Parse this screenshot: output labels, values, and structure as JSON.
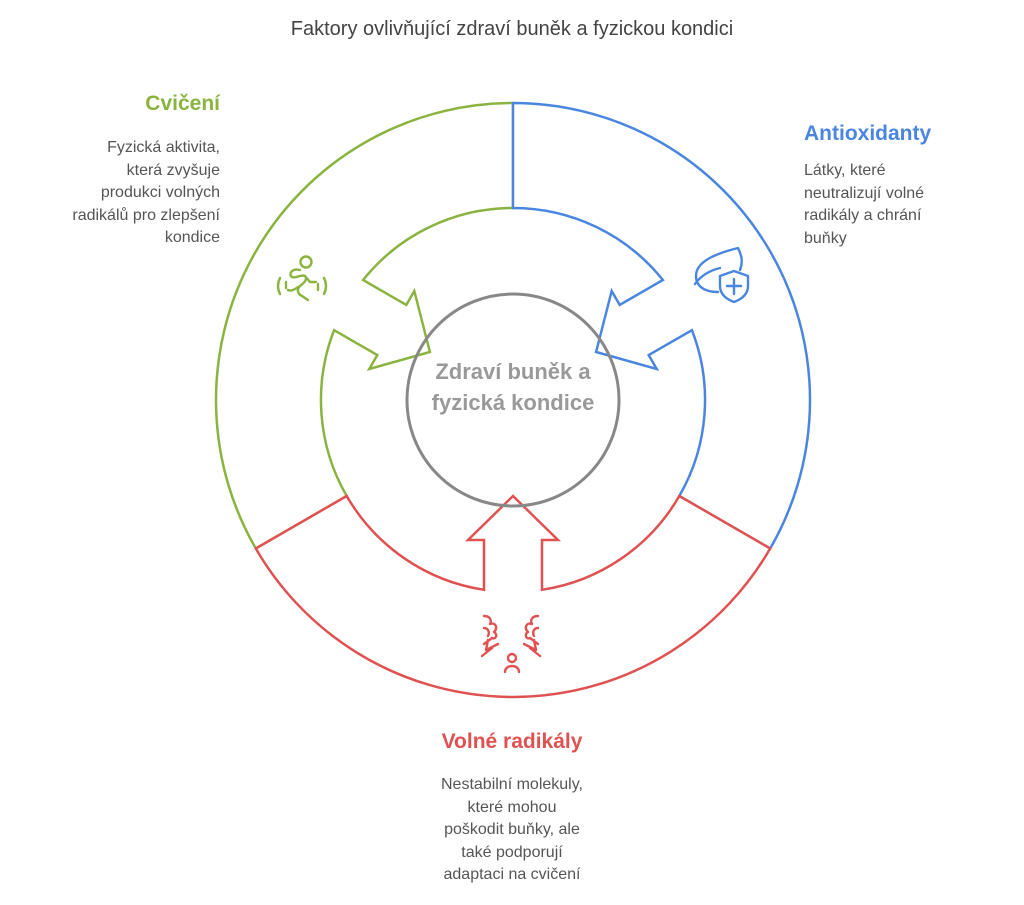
{
  "title": "Faktory ovlivňující zdraví buněk a fyzickou kondici",
  "center": {
    "label": "Zdraví buněk a fyzická kondice",
    "color": "#888888"
  },
  "segments": {
    "exercise": {
      "label": "Cvičení",
      "description": [
        "Fyzická aktivita,",
        "která zvyšuje",
        "produkci volných",
        "radikálů pro zlepšení",
        "kondice"
      ],
      "color": "#8ab33f",
      "icon": "running-person-icon"
    },
    "antioxidants": {
      "label": "Antioxidanty",
      "description": [
        "Látky, které",
        "neutralizují volné",
        "radikály a chrání",
        "buňky"
      ],
      "color": "#4a86e0",
      "icon": "leaf-shield-icon"
    },
    "radicals": {
      "label": "Volné radikály",
      "description": [
        "Nestabilní molekuly,",
        "které mohou",
        "poškodit buňky, ale",
        "také podporují",
        "adaptaci na cvičení"
      ],
      "color": "#e05252",
      "icon": "person-explosion-icon"
    }
  }
}
